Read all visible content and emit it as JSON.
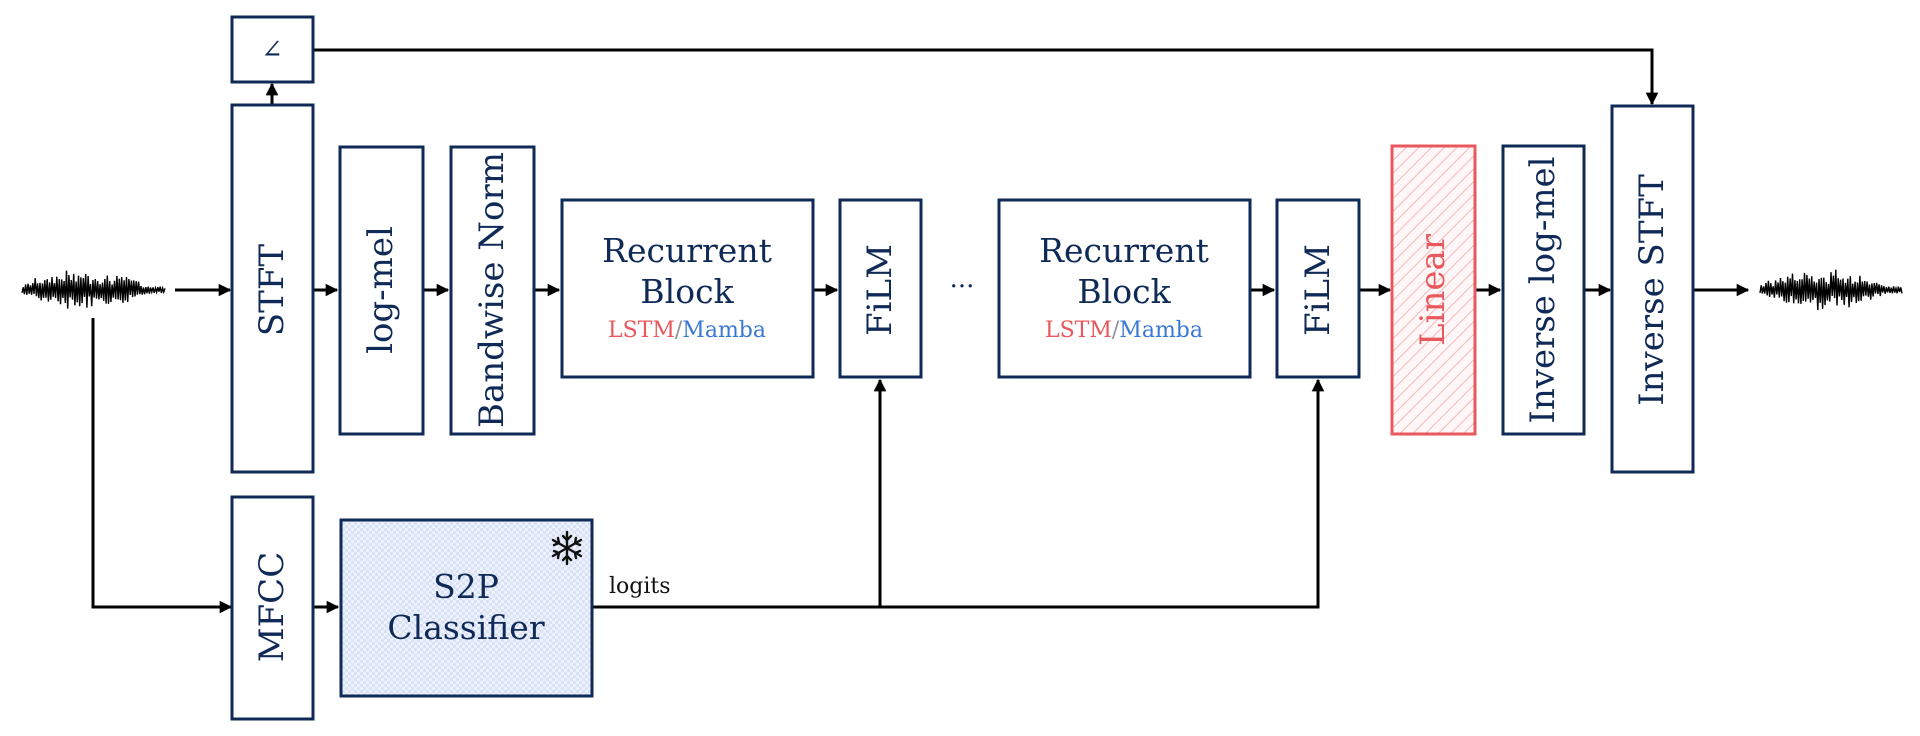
{
  "colors": {
    "box_stroke": "#0f2a56",
    "lstm": "#e8585c",
    "mamba": "#3a78d6",
    "linear": "#e8585c",
    "classifier_fill": "#dfe7fb"
  },
  "phase_label": "∠",
  "stft_label": "STFT",
  "logmel_label": "log-mel",
  "bandnorm_label": "Bandwise Norm",
  "recurrent_1": {
    "line1": "Recurrent",
    "line2": "Block",
    "lstm": "LSTM",
    "sep": "/",
    "mamba": "Mamba"
  },
  "film_1_label": "FiLM",
  "ellipsis_label": "···",
  "recurrent_2": {
    "line1": "Recurrent",
    "line2": "Block",
    "lstm": "LSTM",
    "sep": "/",
    "mamba": "Mamba"
  },
  "film_2_label": "FiLM",
  "linear_label": "Linear",
  "inverse_logmel_label": "Inverse log-mel",
  "inverse_stft_label": "Inverse STFT",
  "mfcc_label": "MFCC",
  "classifier": {
    "line1": "S2P",
    "line2": "Classifier",
    "icon": "snowflake-icon"
  },
  "logits_label": "logits"
}
